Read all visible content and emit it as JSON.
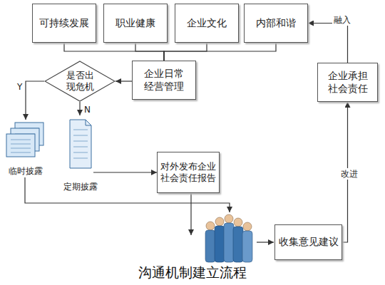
{
  "diagram": {
    "caption": "沟通机制建立流程",
    "nodes": [
      {
        "text": [
          "可持续发展"
        ]
      },
      {
        "text": [
          "职业健康"
        ]
      },
      {
        "text": [
          "企业文化"
        ]
      },
      {
        "text": [
          "内部和谐"
        ]
      },
      {
        "text": [
          "是否出现危机"
        ]
      },
      {
        "text": [
          "企业日常经营管理"
        ]
      },
      {
        "text": [
          "企业承担社会责任"
        ]
      },
      {
        "text": [
          "临时披露"
        ]
      },
      {
        "text": [
          "定期披露"
        ]
      },
      {
        "text": [
          "对外发布企业社会责任报告"
        ]
      },
      {
        "text": [
          "收集意见建议"
        ]
      }
    ],
    "edges": [
      {
        "from": 6,
        "to": 3,
        "label": "融入",
        "arrow": "to"
      },
      {
        "from": 5,
        "to": 0,
        "arrow": "none"
      },
      {
        "from": 5,
        "to": 1,
        "arrow": "none"
      },
      {
        "from": 5,
        "to": 2,
        "arrow": "none"
      },
      {
        "from": 5,
        "to": 3,
        "arrow": "none"
      },
      {
        "from": 5,
        "to": 4,
        "arrow": "to"
      },
      {
        "from": 4,
        "to": 7,
        "label": "Y",
        "arrow": "to"
      },
      {
        "from": 4,
        "to": 8,
        "label": "N",
        "arrow": "to"
      },
      {
        "from": 8,
        "to": 9,
        "arrow": "to"
      },
      {
        "from": 10,
        "to": 6,
        "label": "改进",
        "arrow": "to"
      }
    ]
  }
}
